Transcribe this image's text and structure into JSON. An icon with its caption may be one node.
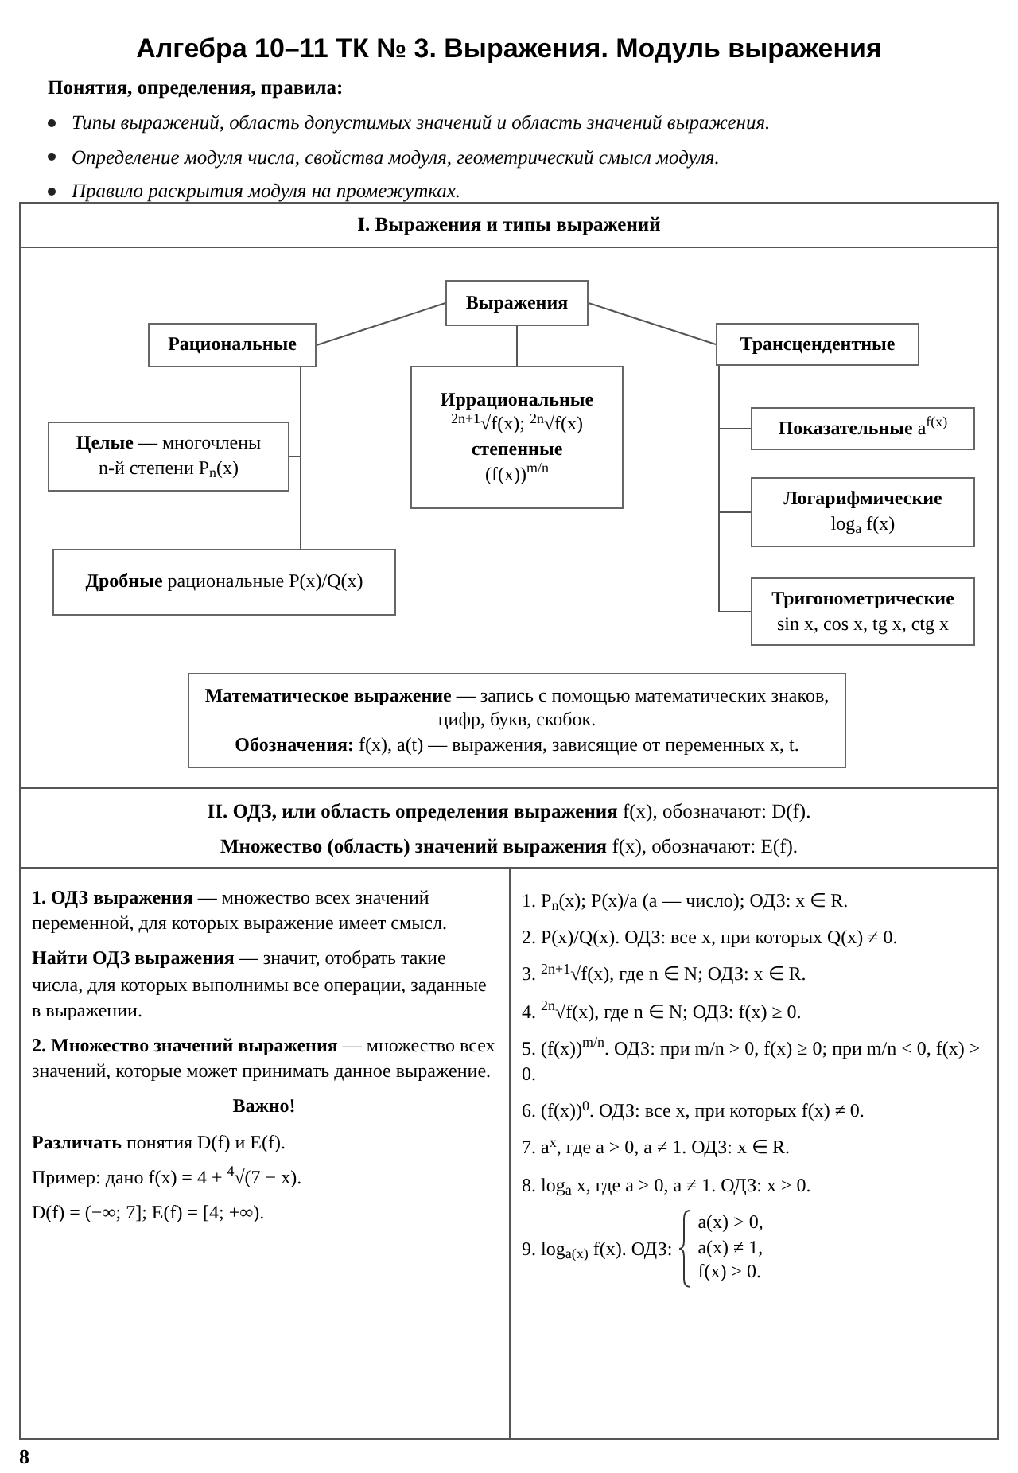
{
  "diagram": {
    "title": "Алгебра 10–11 ТК № 3. Выражения. Модуль выражения",
    "nodes": [
      {
        "text": [
          "Выражения"
        ]
      },
      {
        "text": [
          "Рациональные"
        ]
      },
      {
        "text": [
          "Иррациональные",
          "$^{2n+1}$√f(x); $^{2n}$√f(x)",
          "степенные",
          "(f(x))$^{m/n}$"
        ]
      },
      {
        "text": [
          "Трансцендентные"
        ]
      },
      {
        "text": [
          "**Целые** — многочлены n-й степени P$_{n}$(x)"
        ]
      },
      {
        "text": [
          "**Дробные** рациональные P(x)/Q(x)"
        ]
      },
      {
        "text": [
          "**Показательные** a$^{f(x)}$"
        ]
      },
      {
        "text": [
          "Логарифмические",
          "log$_{a}$ f(x)"
        ]
      },
      {
        "text": [
          "Тригонометрические",
          "sin x, cos x, tg x, ctg x"
        ]
      },
      {
        "text": [
          "**Математическое выражение** — запись с помощью математических знаков, цифр, букв, скобок.",
          "**Обозначения:** f(x), a(t) — выражения, зависящие от переменных x, t."
        ]
      }
    ],
    "edges": [
      {
        "from": 0,
        "to": 1,
        "arrow": "none"
      },
      {
        "from": 0,
        "to": 2,
        "arrow": "none"
      },
      {
        "from": 0,
        "to": 3,
        "arrow": "none"
      },
      {
        "from": 1,
        "to": 4,
        "arrow": "none"
      },
      {
        "from": 1,
        "to": 5,
        "arrow": "none"
      },
      {
        "from": 3,
        "to": 6,
        "arrow": "none"
      },
      {
        "from": 3,
        "to": 7,
        "arrow": "none"
      },
      {
        "from": 3,
        "to": 8,
        "arrow": "none"
      }
    ],
    "labels": [
      "Понятия, определения, правила:",
      "Типы выражений, область допустимых значений и область значений выражения.",
      "Определение модуля числа, свойства модуля, геометрический смысл модуля.",
      "Правило раскрытия модуля на промежутках.",
      "I. Выражения и типы выражений",
      "**II. ОДЗ, или область определения выражения** f(x), обозначают: D(f).",
      "**Множество (область) значений выражения** f(x), обозначают: E(f).",
      "**1. ОДЗ выражения** — множество всех значений переменной, для которых выражение имеет смысл.",
      "**Найти ОДЗ выражения** — значит, отобрать такие числа, для которых выполнимы все операции, заданные в выражении.",
      "**2. Множество значений выражения** — множество всех значений, которые может принимать данное выражение.",
      "Важно!",
      "**Различать** понятия D(f) и E(f).",
      "Пример: дано f(x) = 4 + $^{4}$√(7 − x).",
      "D(f) = (−∞; 7]; E(f) = [4; +∞).",
      "1. P$_{n}$(x); P(x)/a (a — число); ОДЗ: x ∈ R.",
      "2. P(x)/Q(x). ОДЗ: все x, при которых Q(x) ≠ 0.",
      "3. $^{2n+1}$√f(x), где n ∈ N; ОДЗ: x ∈ R.",
      "4. $^{2n}$√f(x), где n ∈ N; ОДЗ: f(x) ≥ 0.",
      "5. (f(x))$^{m/n}$. ОДЗ: при m/n > 0, f(x) ≥ 0; при m/n < 0, f(x) > 0.",
      "6. (f(x))$^{0}$. ОДЗ: все x, при которых f(x) ≠ 0.",
      "7. a$^{x}$, где a > 0, a ≠ 1. ОДЗ: x ∈ R.",
      "8. log$_{a}$ x, где a > 0, a ≠ 1. ОДЗ: x > 0.",
      "9. log$_{a(x)}$ f(x). ОДЗ:",
      "a(x) > 0,",
      "a(x) ≠ 1,",
      "f(x) > 0.",
      "8"
    ]
  }
}
